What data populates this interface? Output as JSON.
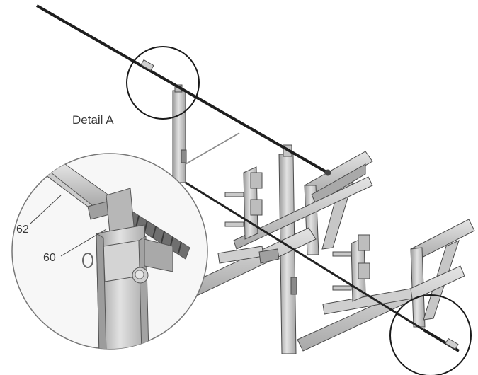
{
  "detail": {
    "title": "Detail A"
  },
  "callouts": {
    "label_62": "62",
    "label_60": "60"
  },
  "colors": {
    "steel_light": "#d9d9d9",
    "steel_mid": "#b8b8b8",
    "steel_dark": "#8a8a8a",
    "outline": "#4a4a4a",
    "rod": "#222222",
    "circle": "#1a1a1a"
  }
}
